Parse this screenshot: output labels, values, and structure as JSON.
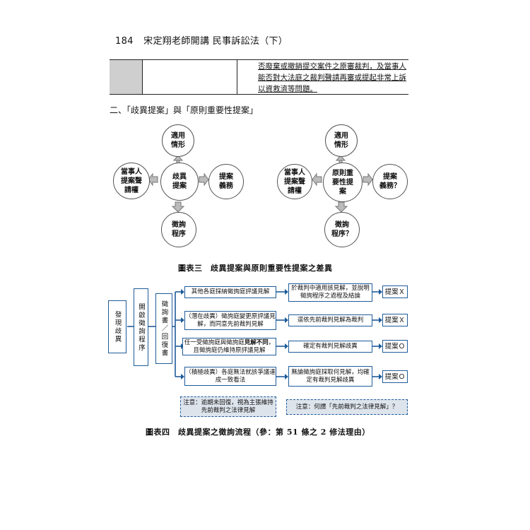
{
  "header": {
    "page_number": "184",
    "title": "宋定翔老師開講 民事訴訟法（下）"
  },
  "table_row": {
    "text": "否廢棄或撤銷提交案件之原審裁判，及當事人能否對大法庭之裁判聲請再審或提起非常上訴以資救濟等問題。"
  },
  "section_heading": "二、「歧異提案」與「原則重要性提案」",
  "diagram3": {
    "left": {
      "center": "歧異\n提案",
      "top": "適用\n情形",
      "left": "當事人\n提案聲\n請權",
      "right": "提案\n義務",
      "bottom": "徵詢\n程序"
    },
    "right": {
      "center": "原則重\n要性提\n案",
      "top": "適用\n情形",
      "left": "當事人\n提案聲\n請權",
      "right": "提案\n義務？",
      "bottom": "徵詢\n程序？"
    },
    "caption": "圖表三　歧異提案與原則重要性提案之差異"
  },
  "diagram4": {
    "start": "發現歧異",
    "open": "開啟徵詢程序",
    "reply": "徵詢書／回復書",
    "rows": [
      {
        "condition": "其他各庭採納徵詢庭評議見解",
        "result": "於裁判中適用該見解，並說明徵詢程序之過程及結論",
        "action": "提案Ｘ"
      },
      {
        "condition": "（潛在歧異）徵詢庭變更原評議見解，而同意先前裁判見解",
        "result": "逕依先前裁判見解為裁判",
        "action": "提案Ｘ"
      },
      {
        "condition_a": "任一受徵詢庭與徵詢庭",
        "condition_bold": "見解不同",
        "condition_b": "，且徵詢庭仍維持原評議見解",
        "result": "確定有裁判見解歧異",
        "action": "提案Ｏ"
      },
      {
        "condition": "（積極歧異）各庭無法就該爭議達成一致看法",
        "result": "無論徵詢庭採取何見解，均確定有裁判見解歧異",
        "action": "提案Ｏ"
      }
    ],
    "note_left": "注意：逾期未回復，視為主張維持先前裁判之法律見解",
    "note_right": "注意：何謂「先前裁判之法律見解」？",
    "caption": "圖表四　歧異提案之徵詢流程（參：第 51 條之 2 修法理由）"
  },
  "colors": {
    "flow_border": "#1f5b9a",
    "note_bg": "#dde4ec",
    "table_gray": "#cfcfcf"
  }
}
